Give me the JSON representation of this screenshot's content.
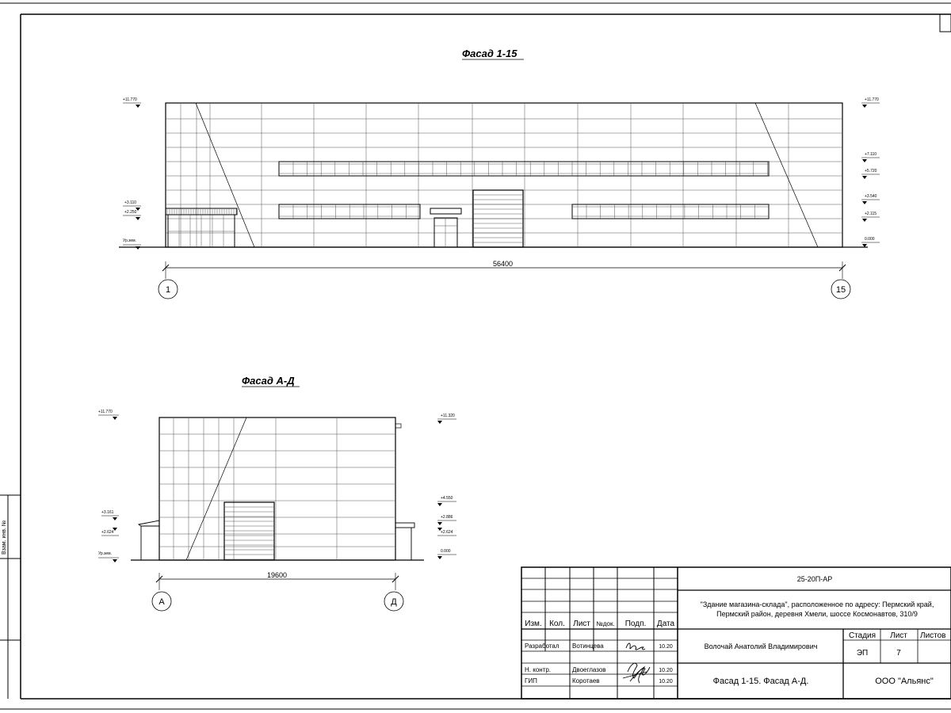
{
  "facade1": {
    "title": "Фасад 1-15",
    "dimension": "56400",
    "axis_left": "1",
    "axis_right": "15",
    "levels_left": [
      "+11.770",
      "+3.110",
      "+2.250",
      "Ур.зем."
    ],
    "levels_right": [
      "+11.770",
      "+7.110",
      "+5.720",
      "+3.540",
      "+2.115",
      "0.000"
    ]
  },
  "facade2": {
    "title": "Фасад А-Д",
    "dimension": "19600",
    "axis_left": "А",
    "axis_right": "Д",
    "levels_left": [
      "+11.770",
      "+3.161",
      "+2.624",
      "Ур.зем."
    ],
    "levels_right": [
      "+11.320",
      "+4.550",
      "+2.886",
      "+2.624",
      "0.000"
    ]
  },
  "left_strip": {
    "label": "Взам. инв. №"
  },
  "stamp": {
    "code": "25-20П-АР",
    "project_line1": "\"Здание магазина-склада\", расположенное по адресу: Пермский край,",
    "project_line2": "Пермский район, деревня Хмели, шоссе Космонавтов, 310/9",
    "headers": [
      "Изм.",
      "Кол.",
      "Лист",
      "№док.",
      "Подп.",
      "Дата"
    ],
    "rows": [
      {
        "role": "Разработал",
        "name": "Вотинцева",
        "date": "10.20"
      },
      {
        "role": "Н. контр.",
        "name": "Двоеглазов",
        "date": "10.20"
      },
      {
        "role": "ГИП",
        "name": "Коротаев",
        "date": "10.20"
      }
    ],
    "customer": "Волочай Анатолий Владимирович",
    "stage_label": "Стадия",
    "sheet_label": "Лист",
    "sheets_label": "Листов",
    "stage_value": "ЭП",
    "sheet_value": "7",
    "sheet_title": "Фасад 1-15. Фасад А-Д.",
    "company": "ООО \"Альянс\""
  }
}
